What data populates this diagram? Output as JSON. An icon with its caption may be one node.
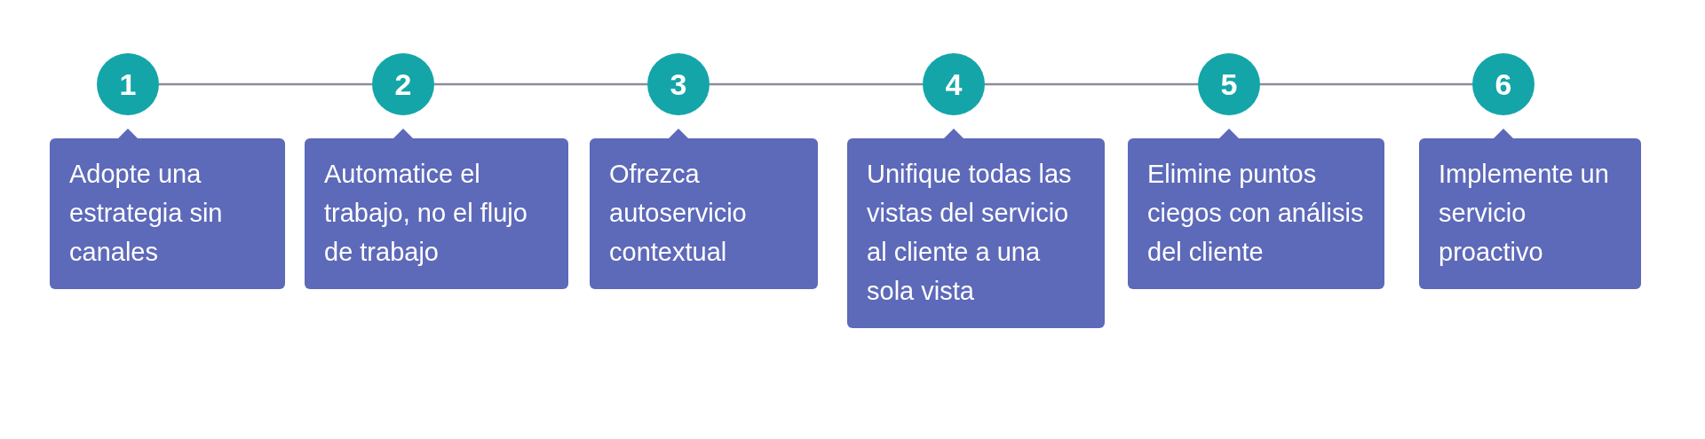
{
  "diagram": {
    "nodes": [
      {
        "text": [
          "1"
        ]
      },
      {
        "text": [
          "2"
        ]
      },
      {
        "text": [
          "3"
        ]
      },
      {
        "text": [
          "4"
        ]
      },
      {
        "text": [
          "5"
        ]
      },
      {
        "text": [
          "6"
        ]
      },
      {
        "text": [
          "Adopte una estrategia sin canales"
        ]
      },
      {
        "text": [
          "Automatice el trabajo, no el flujo de trabajo"
        ]
      },
      {
        "text": [
          "Ofrezca autoservicio contextual"
        ]
      },
      {
        "text": [
          "Unifique todas las vistas del servicio al cliente a una sola vista"
        ]
      },
      {
        "text": [
          "Elimine puntos ciegos con análisis del cliente"
        ]
      },
      {
        "text": [
          "Implemente un servicio proactivo"
        ]
      }
    ],
    "edges": [
      {
        "from": 0,
        "to": 1,
        "arrow": "none"
      },
      {
        "from": 1,
        "to": 2,
        "arrow": "none"
      },
      {
        "from": 2,
        "to": 3,
        "arrow": "none"
      },
      {
        "from": 3,
        "to": 4,
        "arrow": "none"
      },
      {
        "from": 4,
        "to": 5,
        "arrow": "none"
      }
    ]
  }
}
